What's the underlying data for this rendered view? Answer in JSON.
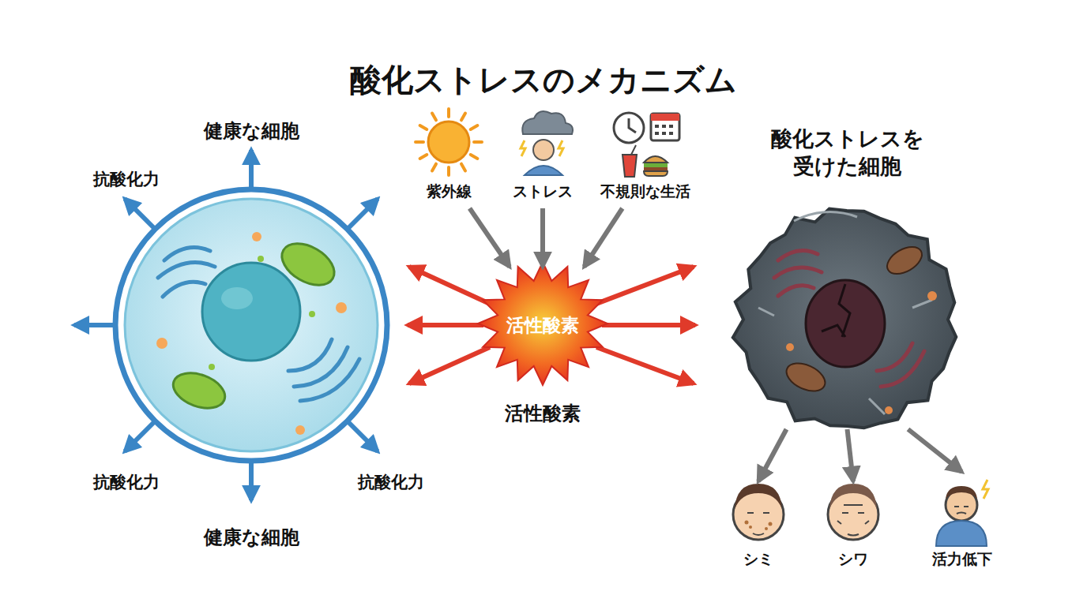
{
  "diagram": {
    "title": "酸化ストレスのメカニズム",
    "nodes": [
      {
        "text": [
          "紫外線"
        ]
      },
      {
        "text": [
          "ストレス"
        ]
      },
      {
        "text": [
          "不規則な生活"
        ]
      },
      {
        "text": [
          "活性酸素"
        ]
      },
      {
        "text": [
          "酸化ストレスを 受けた細胞"
        ]
      },
      {
        "text": [
          "シミ"
        ]
      },
      {
        "text": [
          "シワ"
        ]
      },
      {
        "text": [
          "活力低下"
        ]
      }
    ],
    "edges": [
      {
        "from": 0,
        "to": 3,
        "arrow": "to"
      },
      {
        "from": 1,
        "to": 3,
        "arrow": "to"
      },
      {
        "from": 2,
        "to": 3,
        "arrow": "to"
      },
      {
        "from": 4,
        "to": 5,
        "arrow": "to"
      },
      {
        "from": 4,
        "to": 6,
        "arrow": "to"
      },
      {
        "from": 4,
        "to": 7,
        "arrow": "to"
      }
    ],
    "labels": [
      "健康な細胞",
      "抗酸化力",
      "抗酸化力",
      "抗酸化力",
      "健康な細胞",
      "活性酸素"
    ]
  }
}
